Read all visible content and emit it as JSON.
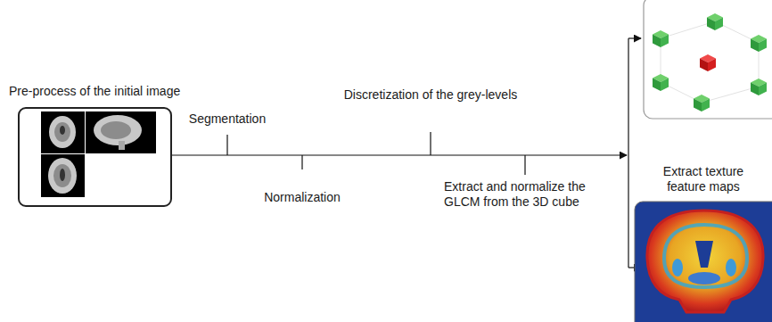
{
  "diagram": {
    "nodes": [
      {
        "text": [
          "Pre-process of the initial image"
        ]
      }
    ],
    "labels": [
      "Segmentation",
      "Normalization",
      "Discretization of the grey-levels",
      "Extract and normalize the GLCM from the 3D cube",
      "Extract texture feature maps"
    ]
  }
}
